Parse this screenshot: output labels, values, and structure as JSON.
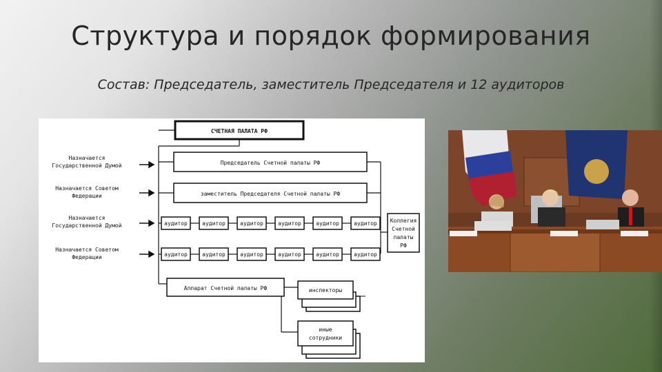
{
  "slide": {
    "title": "Структура и порядок формирования",
    "subtitle": "Состав: Председатель, заместитель Председателя и 12 аудиторов"
  },
  "diagram": {
    "top_box": "СЧЕТНАЯ ПАЛАТА РФ",
    "chairman_box": "Председатель Счетной палаты РФ",
    "deputy_box": "заместитель Председателя Счетной палаты РФ",
    "auditor_label": "аудитор",
    "left_labels": [
      {
        "line1": "Назначается",
        "line2": "Государственной Думой"
      },
      {
        "line1": "Назначается Советом",
        "line2": "Федерации"
      },
      {
        "line1": "Назначается",
        "line2": "Государственной Думой"
      },
      {
        "line1": "Назначается Советом",
        "line2": "Федерации"
      }
    ],
    "collegium_box": [
      "Коллегия",
      "Счетной",
      "палаты",
      "РФ"
    ],
    "apparatus_box": "Аппарат Счетной палаты РФ",
    "inspectors_box": "инспекторы",
    "staff_box": [
      "иные",
      "сотрудники"
    ]
  },
  "photo": {
    "description_icon": "meeting-photo"
  }
}
